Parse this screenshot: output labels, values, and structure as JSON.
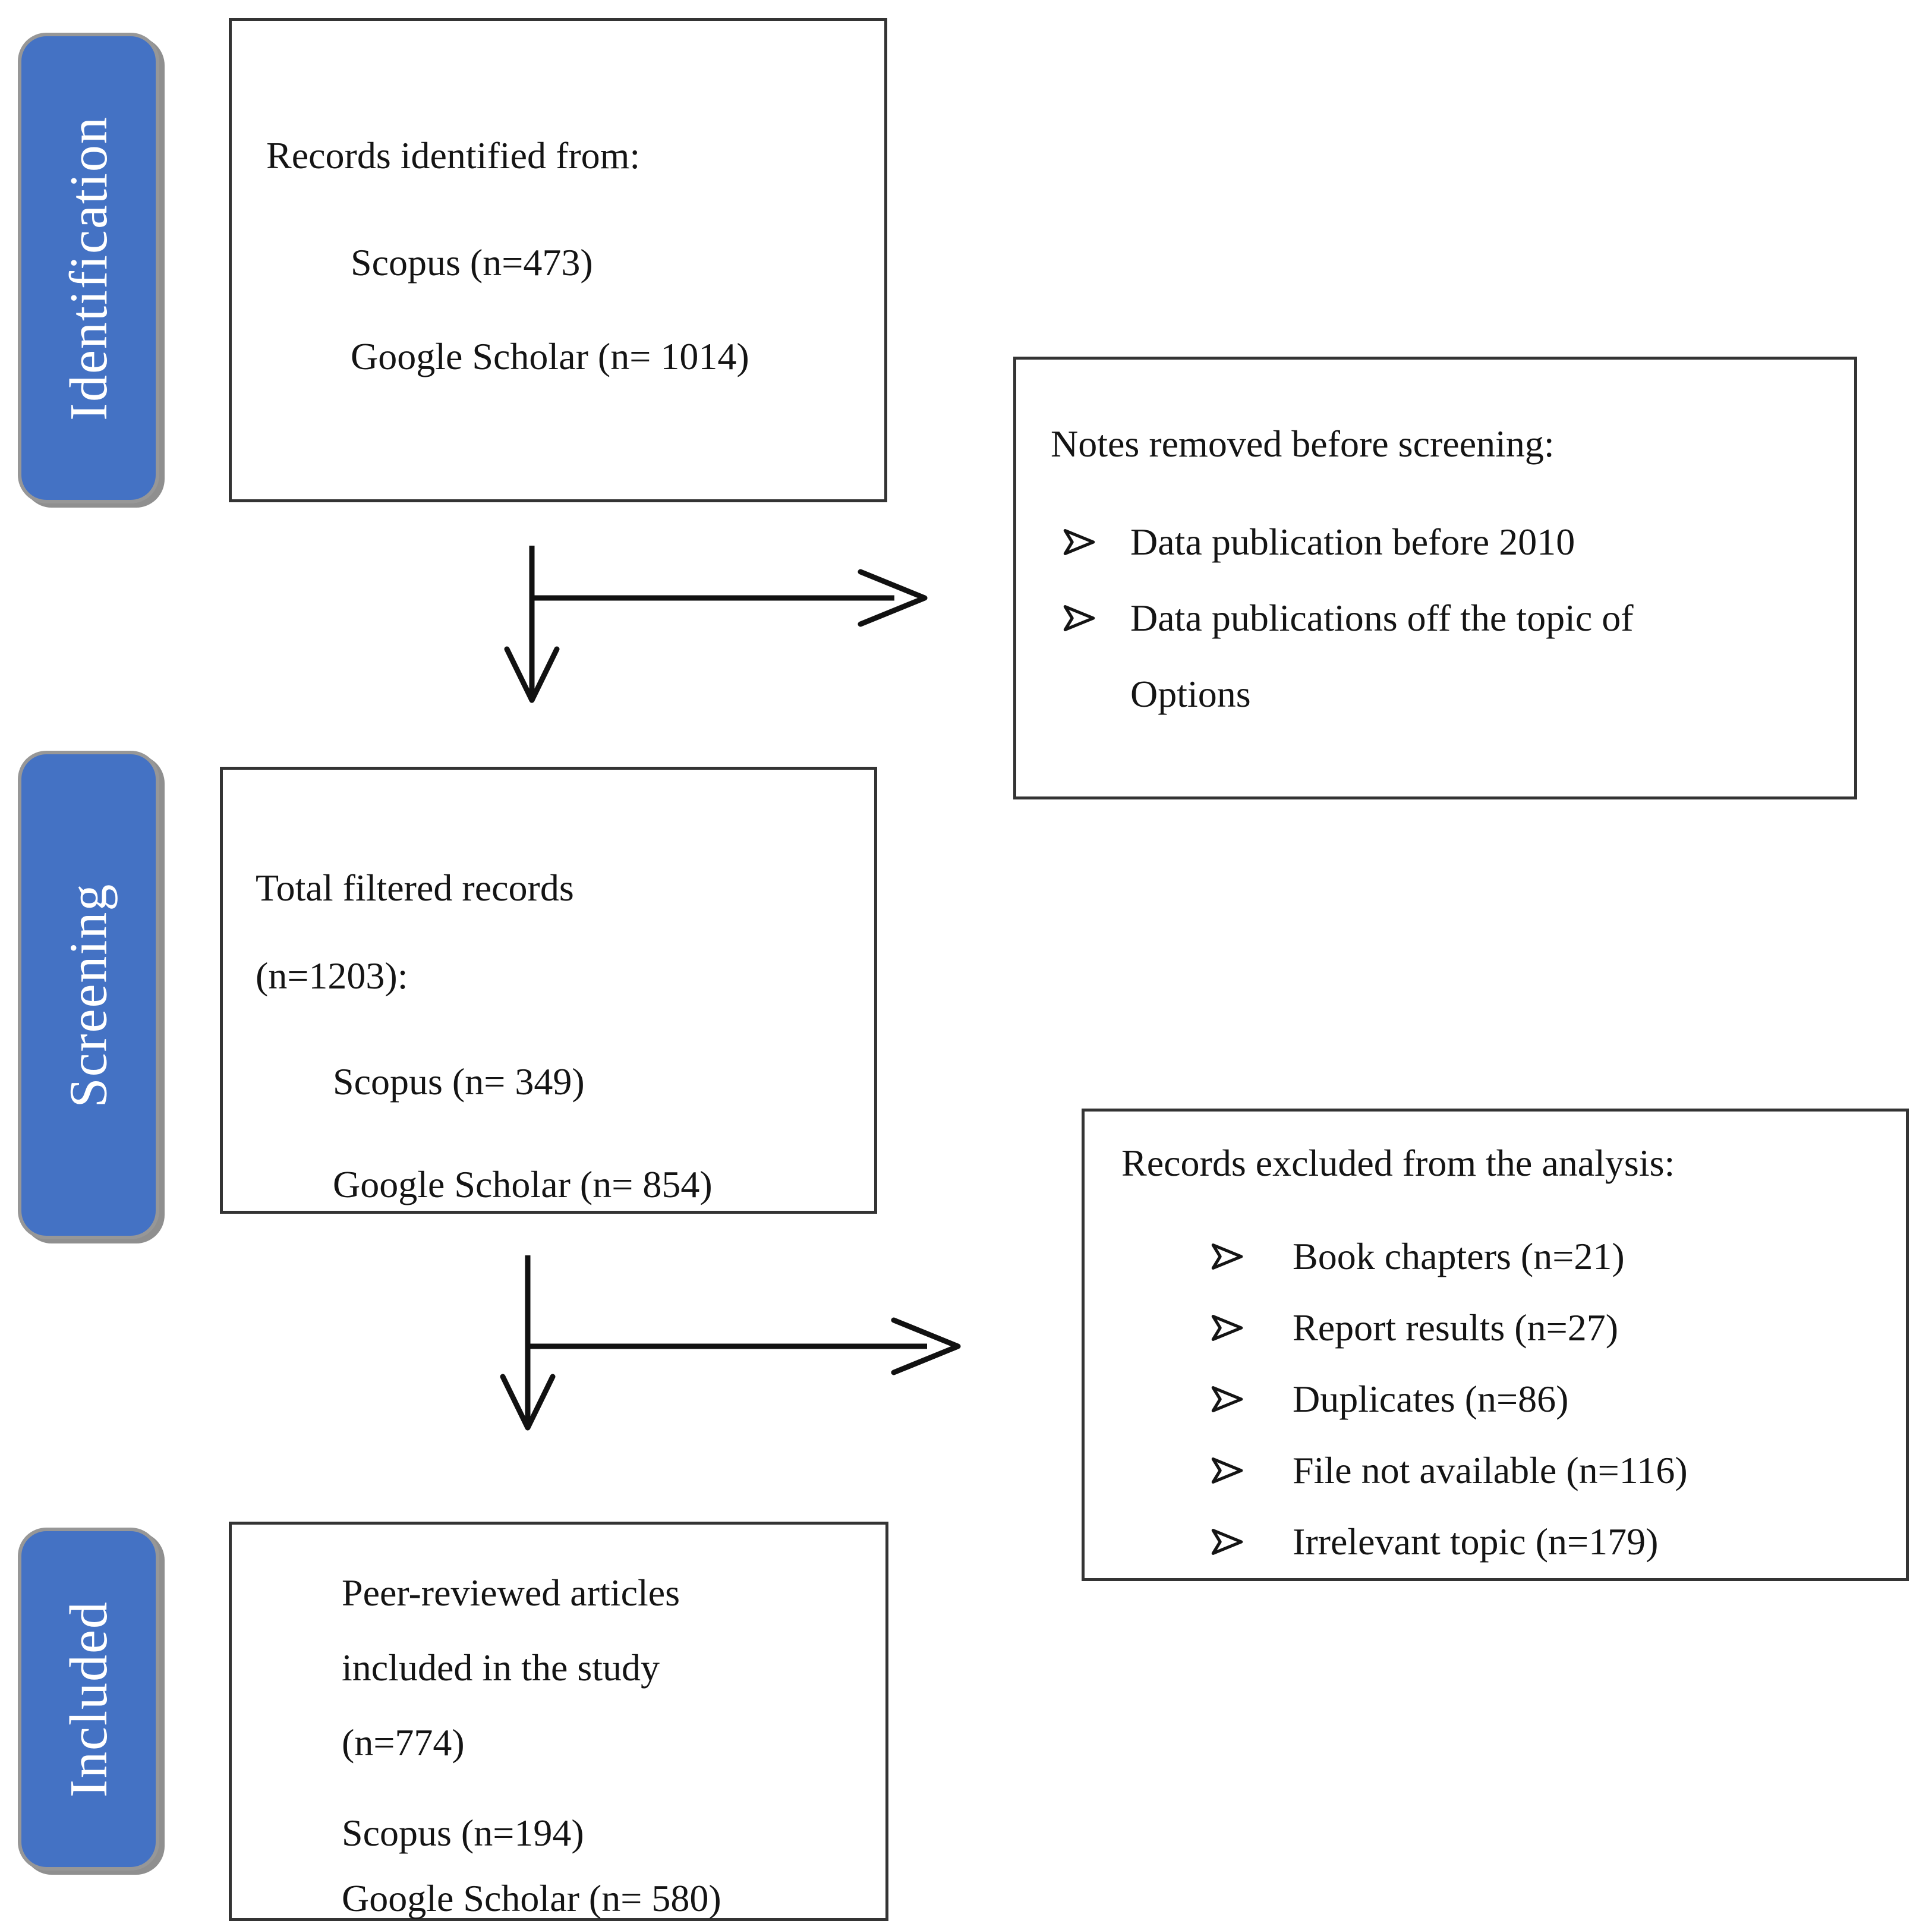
{
  "colors": {
    "stage_blue": "#4472C4",
    "stage_shadow_gray": "#8f8f8f",
    "box_border": "#343434",
    "text": "#141414",
    "arrow": "#111111"
  },
  "stages": [
    {
      "label": "Identification"
    },
    {
      "label": "Screening"
    },
    {
      "label": "Included"
    }
  ],
  "boxes": {
    "identified": {
      "title": "Records identified from:",
      "items": [
        "Scopus (n=473)",
        "Google Scholar (n= 1014)"
      ]
    },
    "notes_removed": {
      "title": "Notes removed before screening:",
      "items": [
        "Data publication before 2010",
        "Data publications off the topic of Options"
      ]
    },
    "filtered": {
      "title_line1": "Total filtered records",
      "title_line2": "(n=1203):",
      "items": [
        "Scopus (n= 349)",
        "Google Scholar (n= 854)"
      ]
    },
    "excluded": {
      "title": "Records excluded from the analysis:",
      "items": [
        "Book chapters (n=21)",
        "Report results (n=27)",
        "Duplicates (n=86)",
        "File not available (n=116)",
        "Irrelevant topic (n=179)"
      ]
    },
    "included": {
      "title_lines": [
        "Peer-reviewed articles",
        "included in the study",
        "(n=774)"
      ],
      "items": [
        "Scopus (n=194)",
        "Google Scholar (n= 580)"
      ]
    }
  }
}
